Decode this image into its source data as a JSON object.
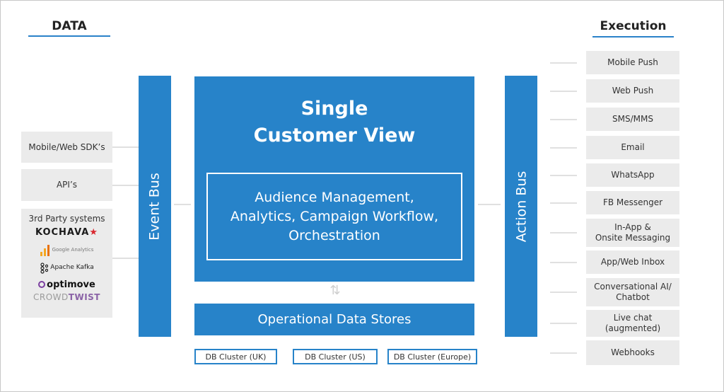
{
  "headings": {
    "data": "DATA",
    "execution": "Execution"
  },
  "sources": {
    "sdk": "Mobile/Web SDK’s",
    "api": "API’s",
    "third_party": {
      "title": "3rd Party systems",
      "logos": {
        "kochava": "KOCHAVA",
        "google": "Google Analytics",
        "kafka": "Apache Kafka",
        "optimove": "optimove",
        "crowdtwist_a": "CROWD",
        "crowdtwist_b": "TWIST"
      }
    }
  },
  "event_bus": "Event Bus",
  "action_bus": "Action Bus",
  "scv": {
    "title_line1": "Single",
    "title_line2": "Customer View",
    "inner_line1": "Audience Management,",
    "inner_line2": "Analytics, Campaign Workflow,",
    "inner_line3": "Orchestration"
  },
  "arrows": "⇅",
  "ods": "Operational Data Stores",
  "clusters": [
    "DB Cluster (UK)",
    "DB Cluster (US)",
    "DB Cluster (Europe)"
  ],
  "execution": [
    [
      "Mobile Push"
    ],
    [
      "Web Push"
    ],
    [
      "SMS/MMS"
    ],
    [
      "Email"
    ],
    [
      "WhatsApp"
    ],
    [
      "FB Messenger"
    ],
    [
      "In-App &",
      "Onsite Messaging"
    ],
    [
      "App/Web Inbox"
    ],
    [
      "Conversational AI/",
      "Chatbot"
    ],
    [
      "Live chat",
      "(augmented)"
    ],
    [
      "Webhooks"
    ]
  ],
  "colors": {
    "brand_blue": "#2783c9",
    "box_gray": "#ebebeb",
    "kochava_star": "#d9282f",
    "crowdtwist_purple": "#8a62a6",
    "ga_orange": "#f4a622"
  }
}
